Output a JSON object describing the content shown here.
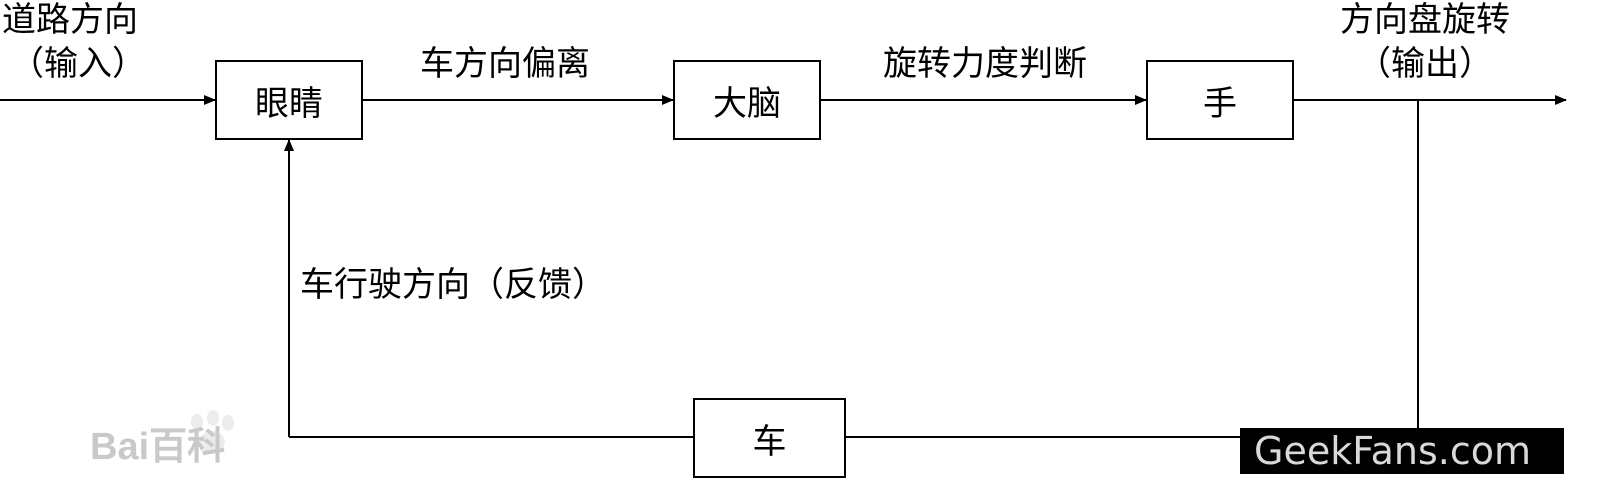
{
  "blocks": {
    "eyes": "眼睛",
    "brain": "大脑",
    "hand": "手",
    "car": "车"
  },
  "signals": {
    "input_line1": "道路方向",
    "input_line2": "（输入）",
    "deviation": "车方向偏离",
    "force_judgement": "旋转力度判断",
    "output_line1": "方向盘旋转",
    "output_line2": "（输出）",
    "feedback": "车行驶方向（反馈）"
  },
  "watermarks": {
    "baidu": "Bai百科",
    "geekfans": "GeekFans.com"
  }
}
